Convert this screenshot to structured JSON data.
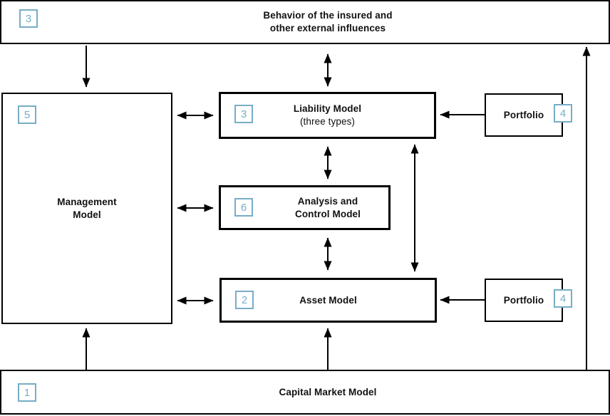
{
  "diagram": {
    "colors": {
      "accent": "#77adc6",
      "line": "#000000",
      "background": "#ffffff"
    },
    "boxes": {
      "behavior": {
        "badge": "3",
        "line1": "Behavior of the insured and",
        "line2": "other external influences"
      },
      "management": {
        "badge": "5",
        "line1": "Management",
        "line2": "Model"
      },
      "liability": {
        "badge": "3",
        "line1": "Liability Model",
        "line2": "(three types)"
      },
      "analysis": {
        "badge": "6",
        "line1": "Analysis and",
        "line2": "Control Model"
      },
      "asset": {
        "badge": "2",
        "label": "Asset Model"
      },
      "portfolio_top": {
        "badge": "4",
        "label": "Portfolio"
      },
      "portfolio_bottom": {
        "badge": "4",
        "label": "Portfolio"
      },
      "capital_market": {
        "badge": "1",
        "label": "Capital Market Model"
      }
    }
  }
}
